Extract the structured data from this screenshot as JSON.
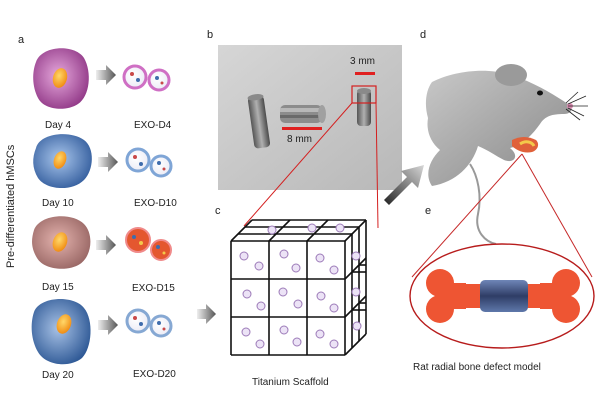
{
  "figure": {
    "panel_labels": [
      "a",
      "b",
      "c",
      "d",
      "e"
    ],
    "vertical_label": "Pre-differentiated hMSCs",
    "rows": [
      {
        "day": "Day 4",
        "exo": "EXO-D4",
        "cell_color": "#a94a9c",
        "vesicle_color": "#cf6fc4"
      },
      {
        "day": "Day 10",
        "exo": "EXO-D10",
        "cell_color": "#3e6fb3",
        "vesicle_color": "#7fa5d6"
      },
      {
        "day": "Day 15",
        "exo": "EXO-D15",
        "cell_color": "#b07a78",
        "vesicle_color": "#e0613a"
      },
      {
        "day": "Day 20",
        "exo": "EXO-D20",
        "cell_color": "#3f6cac",
        "vesicle_color": "#86a8d3"
      }
    ],
    "photo": {
      "scale_small": "3 mm",
      "scale_large": "8 mm"
    },
    "scaffold_caption": "Titanium Scaffold",
    "model_caption": "Rat radial bone defect model"
  }
}
